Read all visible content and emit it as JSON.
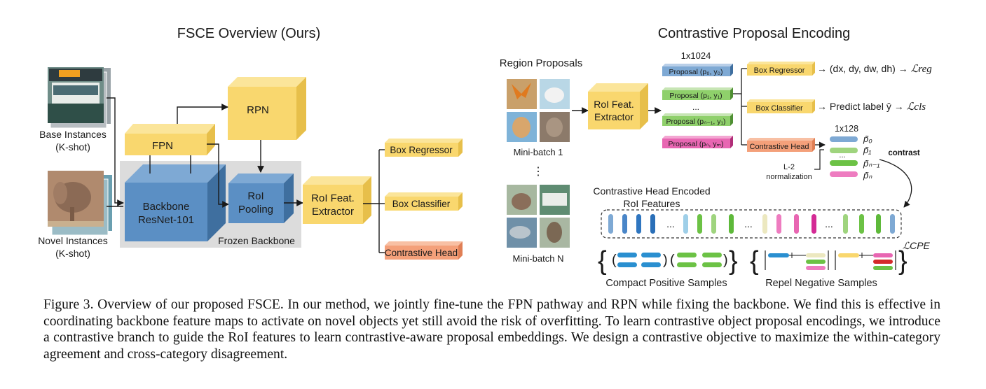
{
  "left_panel": {
    "title": "FSCE Overview (Ours)",
    "base_instances": [
      "Base Instances",
      "(K-shot)"
    ],
    "novel_instances": [
      "Novel Instances",
      "(K-shot)"
    ],
    "fpn": "FPN",
    "rpn": "RPN",
    "backbone": [
      "Backbone",
      "ResNet-101"
    ],
    "roi_pooling": [
      "RoI",
      "Pooling"
    ],
    "frozen_backbone": "Frozen Backbone",
    "roi_feat_extractor": [
      "RoI Feat.",
      "Extractor"
    ],
    "box_regressor": "Box Regressor",
    "box_classifier": "Box Classifier",
    "contrastive_head": "Contrastive Head"
  },
  "right_panel": {
    "title": "Contrastive Proposal Encoding",
    "region_proposals": "Region Proposals",
    "mini_batch_1": "Mini-batch 1",
    "vertical_dots": "⋮",
    "mini_batch_n": "Mini-batch N",
    "roi_feat_extractor": [
      "RoI  Feat.",
      "Extractor"
    ],
    "dim_1024": "1x1024",
    "proposals": [
      "Proposal (p₀, y₀)",
      "Proposal (p₁, y₁)",
      "...",
      "Proposal (pₙ₋₁, y₁)",
      "Proposal (pₙ, yₘ)"
    ],
    "box_regressor": "Box Regressor",
    "box_classifier": "Box Classifier",
    "contrastive_head": "Contrastive Head",
    "reg_output": "→ (dx, dy, dw, dh) → ",
    "reg_loss": "ℒreg",
    "cls_output": "→  Predict label ŷ → ",
    "cls_loss": "ℒcls",
    "dim_128": "1x128",
    "p_labels": [
      "p̃₀",
      "p̃₁",
      "...",
      "p̃ₙ₋₁",
      "p̃ₙ"
    ],
    "contrast": "contrast",
    "l2_norm": [
      "L-2",
      "normalization"
    ],
    "encoded_title": [
      "Contrastive Head Encoded",
      "RoI Features"
    ],
    "ellipsis": "...",
    "cpe_loss": "ℒCPE",
    "compact_positive": "Compact Positive Samples",
    "repel_negative": "Repel Negative Samples"
  },
  "caption": "Figure 3. Overview of our proposed FSCE. In our method, we jointly fine-tune the FPN pathway and RPN while fixing the backbone. We find this is effective in coordinating backbone feature maps to activate on novel objects yet still avoid the risk of overfitting. To learn contrastive object proposal encodings, we introduce a contrastive branch to guide the RoI features to learn contrastive-aware proposal embeddings. We design a contrastive objective to maximize the within-category agreement and cross-category disagreement.",
  "colors": {
    "yellow": "#f9d76e",
    "yellow_dark": "#e7bf4a",
    "blue": "#5b8fc4",
    "blue_dark": "#3f6f9f",
    "orange": "#f4a07a",
    "gray_region": "#dcdcdc",
    "pill_blue": "#5b8fc4",
    "pill_green": "#7dc25a",
    "pill_pink": "#e14d9c",
    "pill_light": "#e9e6b8"
  }
}
